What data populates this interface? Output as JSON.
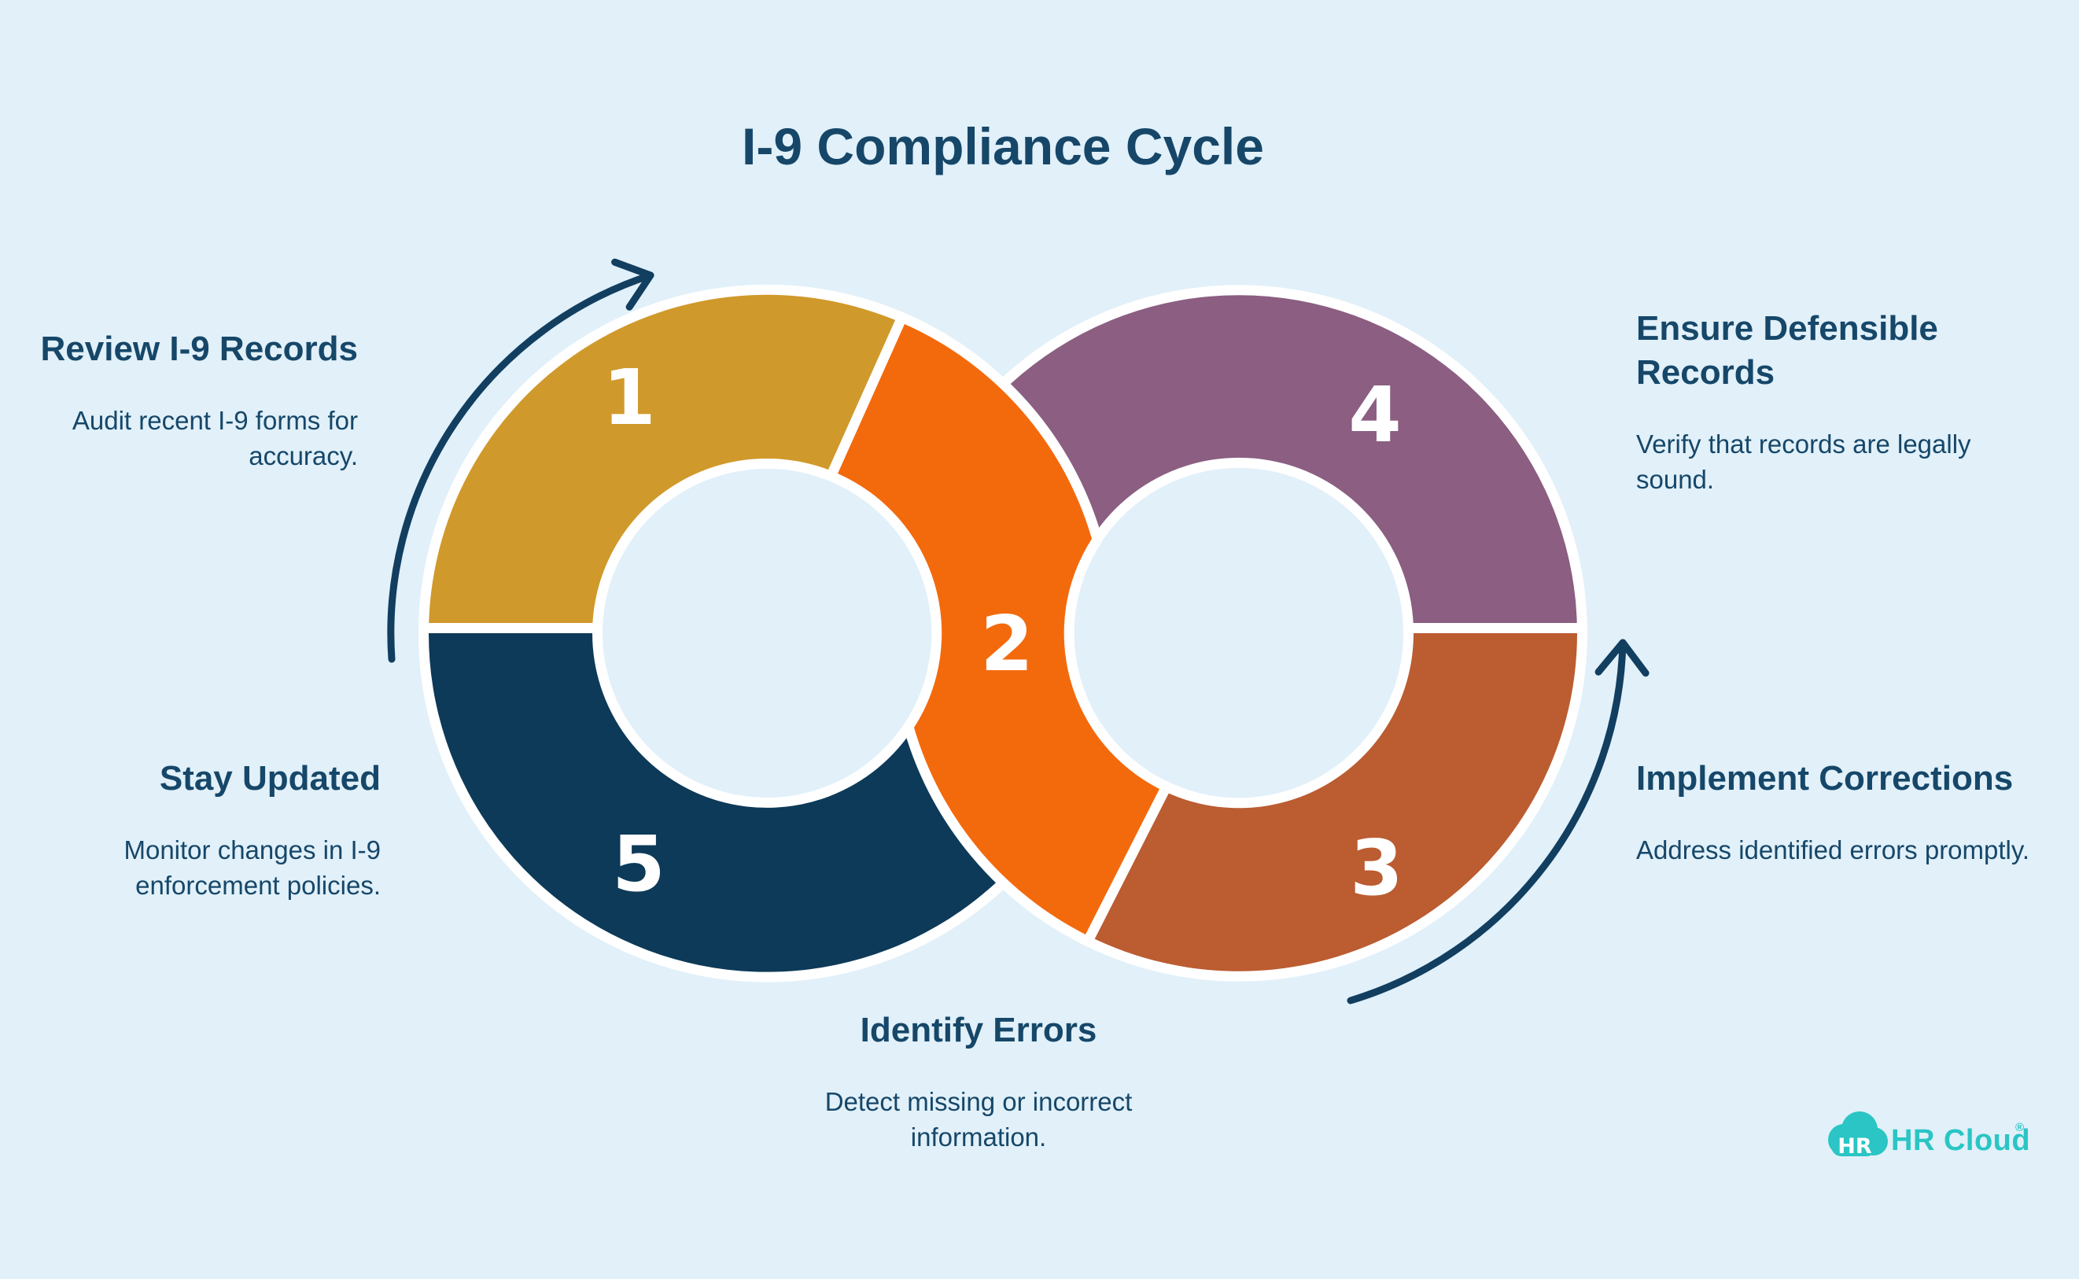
{
  "title": "I-9 Compliance Cycle",
  "colors": {
    "background": "#E1F0F9",
    "text_navy": "#164769",
    "arrow_navy": "#123E60",
    "gap_white": "#FFFFFF",
    "number_white": "#FFFFFF",
    "logo_teal": "#2AC5C4"
  },
  "steps": [
    {
      "num": "1",
      "heading": "Review I-9 Records",
      "body": "Audit recent I-9 forms for accuracy.",
      "color": "#D0992B"
    },
    {
      "num": "2",
      "heading": "Identify Errors",
      "body": "Detect missing or incorrect information.",
      "color": "#F36A0D"
    },
    {
      "num": "3",
      "heading": "Implement Corrections",
      "body": "Address identified errors promptly.",
      "color": "#BB5C31"
    },
    {
      "num": "4",
      "heading": "Ensure Defensible Records",
      "body": "Verify that records are legally sound.",
      "color": "#8B5E82"
    },
    {
      "num": "5",
      "heading": "Stay Updated",
      "body": "Monitor changes in I-9 enforcement policies.",
      "color": "#0D3A58"
    }
  ],
  "logo": {
    "badge": "HR",
    "name": "HR Cloud",
    "reg": "®"
  }
}
